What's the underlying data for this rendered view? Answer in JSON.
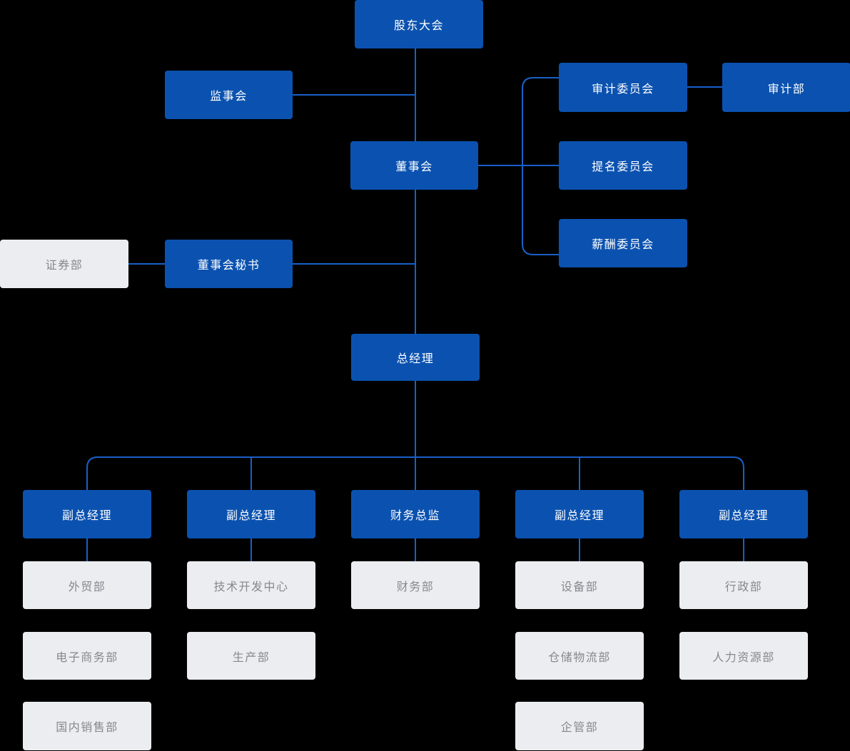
{
  "diagram": {
    "type": "org-chart",
    "colors": {
      "background": "#000000",
      "primary": "#0b52b0",
      "secondary": "#ecedf0",
      "line": "#1a5fc8",
      "primary_text": "#ffffff",
      "secondary_text": "#85888f"
    },
    "nodes": {
      "shareholders": {
        "label": "股东大会",
        "style": "primary"
      },
      "supervisory_board": {
        "label": "监事会",
        "style": "primary"
      },
      "audit_committee": {
        "label": "审计委员会",
        "style": "primary"
      },
      "audit_dept": {
        "label": "审计部",
        "style": "primary"
      },
      "board": {
        "label": "董事会",
        "style": "primary"
      },
      "nomination_committee": {
        "label": "提名委员会",
        "style": "primary"
      },
      "compensation_committee": {
        "label": "薪酬委员会",
        "style": "primary"
      },
      "securities_dept": {
        "label": "证券部",
        "style": "secondary"
      },
      "board_secretary": {
        "label": "董事会秘书",
        "style": "primary"
      },
      "general_manager": {
        "label": "总经理",
        "style": "primary"
      },
      "deputy_gm_1": {
        "label": "副总经理",
        "style": "primary"
      },
      "deputy_gm_2": {
        "label": "副总经理",
        "style": "primary"
      },
      "cfo": {
        "label": "财务总监",
        "style": "primary"
      },
      "deputy_gm_3": {
        "label": "副总经理",
        "style": "primary"
      },
      "deputy_gm_4": {
        "label": "副总经理",
        "style": "primary"
      },
      "foreign_trade": {
        "label": "外贸部",
        "style": "secondary"
      },
      "tech_center": {
        "label": "技术开发中心",
        "style": "secondary"
      },
      "finance_dept": {
        "label": "财务部",
        "style": "secondary"
      },
      "equipment": {
        "label": "设备部",
        "style": "secondary"
      },
      "admin": {
        "label": "行政部",
        "style": "secondary"
      },
      "ecommerce": {
        "label": "电子商务部",
        "style": "secondary"
      },
      "production": {
        "label": "生产部",
        "style": "secondary"
      },
      "warehouse_logistics": {
        "label": "仓储物流部",
        "style": "secondary"
      },
      "hr": {
        "label": "人力资源部",
        "style": "secondary"
      },
      "domestic_sales": {
        "label": "国内销售部",
        "style": "secondary"
      },
      "enterprise_mgmt": {
        "label": "企管部",
        "style": "secondary"
      }
    },
    "hierarchy": {
      "shareholders": [
        "board"
      ],
      "board_spine_links": [
        "supervisory_board",
        "board_secretary"
      ],
      "board": [
        "audit_committee",
        "nomination_committee",
        "compensation_committee",
        "general_manager"
      ],
      "audit_committee": [
        "audit_dept"
      ],
      "board_secretary": [
        "securities_dept"
      ],
      "general_manager": [
        "deputy_gm_1",
        "deputy_gm_2",
        "cfo",
        "deputy_gm_3",
        "deputy_gm_4"
      ],
      "columns": [
        {
          "head": "deputy_gm_1",
          "departments": [
            "foreign_trade",
            "ecommerce",
            "domestic_sales"
          ]
        },
        {
          "head": "deputy_gm_2",
          "departments": [
            "tech_center",
            "production"
          ]
        },
        {
          "head": "cfo",
          "departments": [
            "finance_dept"
          ]
        },
        {
          "head": "deputy_gm_3",
          "departments": [
            "equipment",
            "warehouse_logistics",
            "enterprise_mgmt"
          ]
        },
        {
          "head": "deputy_gm_4",
          "departments": [
            "admin",
            "hr"
          ]
        }
      ]
    }
  }
}
